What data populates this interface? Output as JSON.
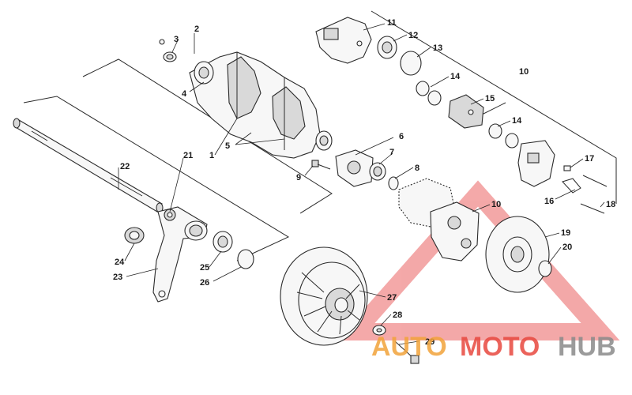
{
  "callouts": [
    {
      "id": "c1",
      "text": "1"
    },
    {
      "id": "c2",
      "text": "2"
    },
    {
      "id": "c3",
      "text": "3"
    },
    {
      "id": "c4",
      "text": "4"
    },
    {
      "id": "c5",
      "text": "5"
    },
    {
      "id": "c6",
      "text": "6"
    },
    {
      "id": "c7",
      "text": "7"
    },
    {
      "id": "c8",
      "text": "8"
    },
    {
      "id": "c9",
      "text": "9"
    },
    {
      "id": "c10a",
      "text": "10"
    },
    {
      "id": "c10b",
      "text": "10"
    },
    {
      "id": "c11",
      "text": "11"
    },
    {
      "id": "c12",
      "text": "12"
    },
    {
      "id": "c13",
      "text": "13"
    },
    {
      "id": "c14a",
      "text": "14"
    },
    {
      "id": "c14b",
      "text": "14"
    },
    {
      "id": "c15",
      "text": "15"
    },
    {
      "id": "c16",
      "text": "16"
    },
    {
      "id": "c17",
      "text": "17"
    },
    {
      "id": "c18",
      "text": "18"
    },
    {
      "id": "c19",
      "text": "19"
    },
    {
      "id": "c20",
      "text": "20"
    },
    {
      "id": "c21",
      "text": "21"
    },
    {
      "id": "c22",
      "text": "22"
    },
    {
      "id": "c23",
      "text": "23"
    },
    {
      "id": "c24",
      "text": "24"
    },
    {
      "id": "c25",
      "text": "25"
    },
    {
      "id": "c26",
      "text": "26"
    },
    {
      "id": "c27",
      "text": "27"
    },
    {
      "id": "c28",
      "text": "28"
    },
    {
      "id": "c29",
      "text": "29"
    }
  ],
  "watermark": {
    "part1": "AUTO",
    "part2": "MOTO",
    "part3": "HUB",
    "color_orange": "#f2a33a",
    "color_red": "#e8483f",
    "color_gray": "#8a8a8a",
    "triangle_color": "#f08c8c"
  }
}
